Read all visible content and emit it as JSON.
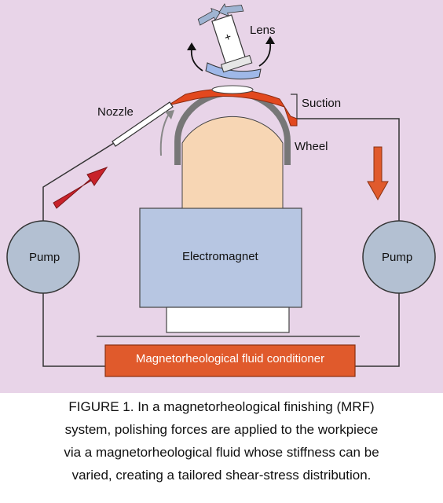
{
  "figure": {
    "labels": {
      "lens": "Lens",
      "nozzle": "Nozzle",
      "suction": "Suction",
      "wheel": "Wheel",
      "pump_left": "Pump",
      "pump_right": "Pump",
      "electromagnet": "Electromagnet",
      "conditioner": "Magnetorheological fluid conditioner"
    },
    "colors": {
      "background": "#e8d4e8",
      "conditioner_fill": "#e05a2c",
      "fluid": "#e2481e",
      "flow_arrow_left": "#c8222a",
      "flow_arrow_right": "#e05a2c",
      "magnet_fill": "#b7c6e2",
      "pump_fill": "#b3c0d2",
      "wheel_fill": "#f7d6b4"
    },
    "icons": [
      "lens-holder-icon",
      "rotation-arrows-icon",
      "flow-arrow-icon"
    ]
  },
  "caption": {
    "lines": [
      "FIGURE 1. In a magnetorheological finishing (MRF)",
      "system, polishing forces are applied to the workpiece",
      "via a magnetorheological fluid whose stiffness can be",
      "varied, creating a tailored shear-stress distribution."
    ]
  }
}
